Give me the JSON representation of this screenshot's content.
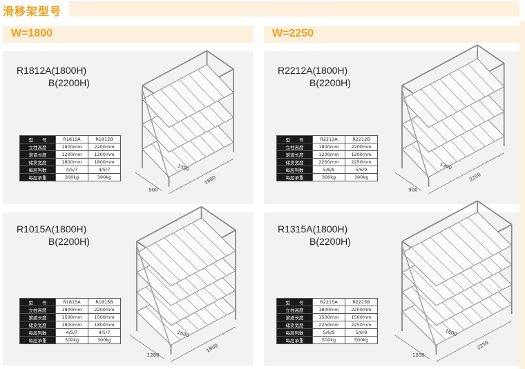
{
  "page": {
    "title": "滑移架型号"
  },
  "sections": [
    {
      "heading": "W=1800"
    },
    {
      "heading": "W=2250"
    }
  ],
  "panels": [
    {
      "model_a": "R1812A(1800H)",
      "model_b": "B(2200H)",
      "table": {
        "header": [
          "型　　号",
          "R1812A",
          "R1812B"
        ],
        "rows": [
          [
            "立柱高度",
            "1800mm",
            "2200mm"
          ],
          [
            "滚道长度",
            "1200mm",
            "1200mm"
          ],
          [
            "储货宽度",
            "1800mm",
            "1800mm"
          ],
          [
            "每层列数",
            "4/5/7",
            "4/5/7"
          ],
          [
            "每层承重",
            "300kg",
            "300kg"
          ]
        ]
      },
      "dims": {
        "length": "1300",
        "depth": "900",
        "width": "1800"
      }
    },
    {
      "model_a": "R2212A(1800H)",
      "model_b": "B(2200H)",
      "table": {
        "header": [
          "型　　号",
          "R2212A",
          "R2212B"
        ],
        "rows": [
          [
            "立柱高度",
            "1800mm",
            "2200mm"
          ],
          [
            "滚道长度",
            "1200mm",
            "1200mm"
          ],
          [
            "储货宽度",
            "2250mm",
            "2250mm"
          ],
          [
            "每层列数",
            "5/6/9",
            "5/6/9"
          ],
          [
            "每层承重",
            "300kg",
            "300kg"
          ]
        ]
      },
      "dims": {
        "length": "1300",
        "depth": "900",
        "width": "2250"
      }
    },
    {
      "model_a": "R1015A(1800H)",
      "model_b": "B(2200H)",
      "table": {
        "header": [
          "型　　号",
          "R1815A",
          "R1815B"
        ],
        "rows": [
          [
            "立柱高度",
            "1800mm",
            "2200mm"
          ],
          [
            "滚道长度",
            "1500mm",
            "1500mm"
          ],
          [
            "储货宽度",
            "1800mm",
            "1800mm"
          ],
          [
            "每层列数",
            "4/5/7",
            "4/5/7"
          ],
          [
            "每层承重",
            "300kg",
            "300kg"
          ]
        ]
      },
      "dims": {
        "length": "1600",
        "depth": "1200",
        "width": "1800"
      }
    },
    {
      "model_a": "R1315A(1800H)",
      "model_b": "B(2200H)",
      "table": {
        "header": [
          "型　　号",
          "R2215A",
          "R2215B"
        ],
        "rows": [
          [
            "立柱高度",
            "1800mm",
            "2200mm"
          ],
          [
            "滚道长度",
            "1500mm",
            "1500mm"
          ],
          [
            "储货宽度",
            "2250mm",
            "2250mm"
          ],
          [
            "每层列数",
            "5/6/9",
            "5/6/9"
          ],
          [
            "每层承重",
            "500kg",
            "500kg"
          ]
        ]
      },
      "dims": {
        "length": "1600",
        "depth": "1200",
        "width": "2250"
      }
    }
  ]
}
